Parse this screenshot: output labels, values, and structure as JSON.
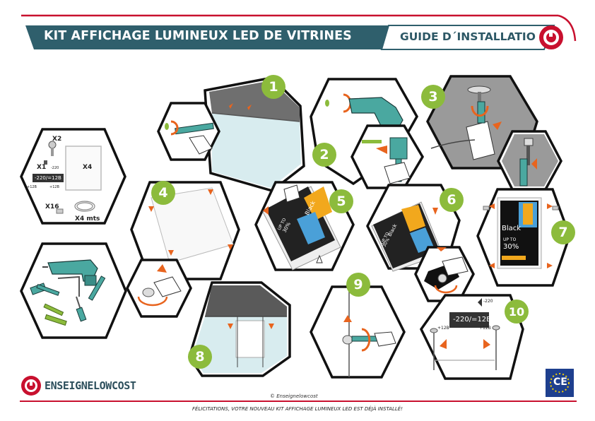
{
  "header": {
    "title": "KIT AFFICHAGE LUMINEUX LED DE VITRINES",
    "guide": "GUIDE D´INSTALLATIO"
  },
  "kit": {
    "x2": "X2",
    "x4": "X4",
    "x1": "X1",
    "x16": "X16",
    "x4mts": "X4 mts",
    "transformer_label": "-220/=12B",
    "minus220": "-220",
    "plus12a": "+12B",
    "plus12b": "+12B"
  },
  "steps": [
    "1",
    "2",
    "3",
    "4",
    "5",
    "6",
    "7",
    "8",
    "9",
    "10"
  ],
  "poster": {
    "line1": "Black",
    "line2": "UP TO",
    "line3": "30%"
  },
  "step10": {
    "transformer_label": "-220/=12B",
    "minus220": "-220",
    "plus12a": "+12B",
    "plus12b": "+12B"
  },
  "ce": "CE",
  "brand": "ENSEIGNELOWCOST",
  "copyright": "© Enseignelowcost",
  "footer": "FÉLICITATIONS, VOTRE NOUVEAU KIT AFFICHAGE LUMINEUX LED EST DÉJÀ INSTALLÉ!",
  "colors": {
    "accent_red": "#c8102e",
    "banner_teal": "#2f5f6c",
    "step_green": "#8cbb3c",
    "arrow_orange": "#e8641e",
    "tool_teal": "#4aa8a0"
  }
}
